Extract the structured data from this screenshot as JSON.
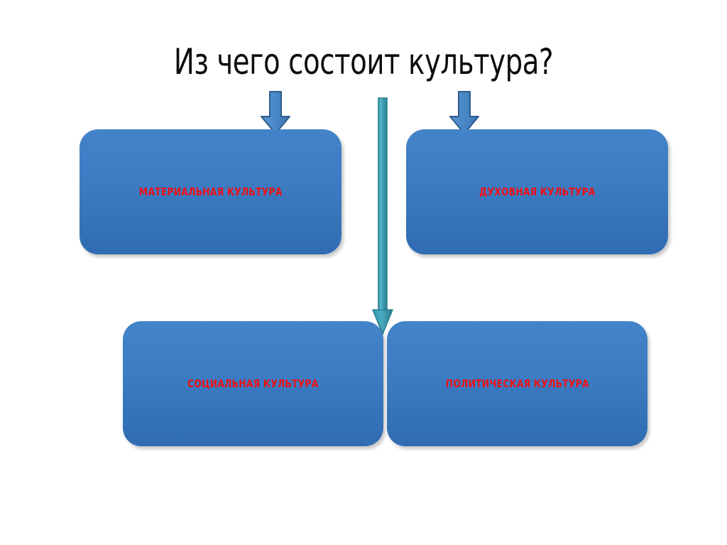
{
  "slide": {
    "title": "Из чего состоит культура?",
    "background_color": "#ffffff",
    "title_color": "#0d0d0d"
  },
  "theme": {
    "box_fill_top": "#4383c9",
    "box_fill_bottom": "#2f6cb2",
    "box_label_color": "#ee1116",
    "arrow_blue_fill": "#4a89c8",
    "arrow_blue_stroke": "#2e5d8c",
    "arrow_teal_fill": "#3d9bb0",
    "arrow_teal_stroke": "#2b7f92"
  },
  "boxes": [
    {
      "id": "material",
      "label": "МАТЕРИАЛЬНАЯ КУЛЬТУРА"
    },
    {
      "id": "spiritual",
      "label": "ДУХОВНАЯ КУЛЬТУРА"
    },
    {
      "id": "social",
      "label": "СОЦИАЛЬНАЯ КУЛЬТУРА"
    },
    {
      "id": "political",
      "label": "ПОЛИТИЧЕСКАЯ КУЛЬТУРА"
    }
  ],
  "arrows": [
    {
      "id": "left-down",
      "icon": "arrow-down-icon",
      "color": "#4a89c8",
      "points_to": "material"
    },
    {
      "id": "center-down",
      "icon": "arrow-down-long-icon",
      "color": "#3d9bb0",
      "points_to": "social-political-gap"
    },
    {
      "id": "right-down",
      "icon": "arrow-down-icon",
      "color": "#4a89c8",
      "points_to": "spiritual"
    }
  ]
}
